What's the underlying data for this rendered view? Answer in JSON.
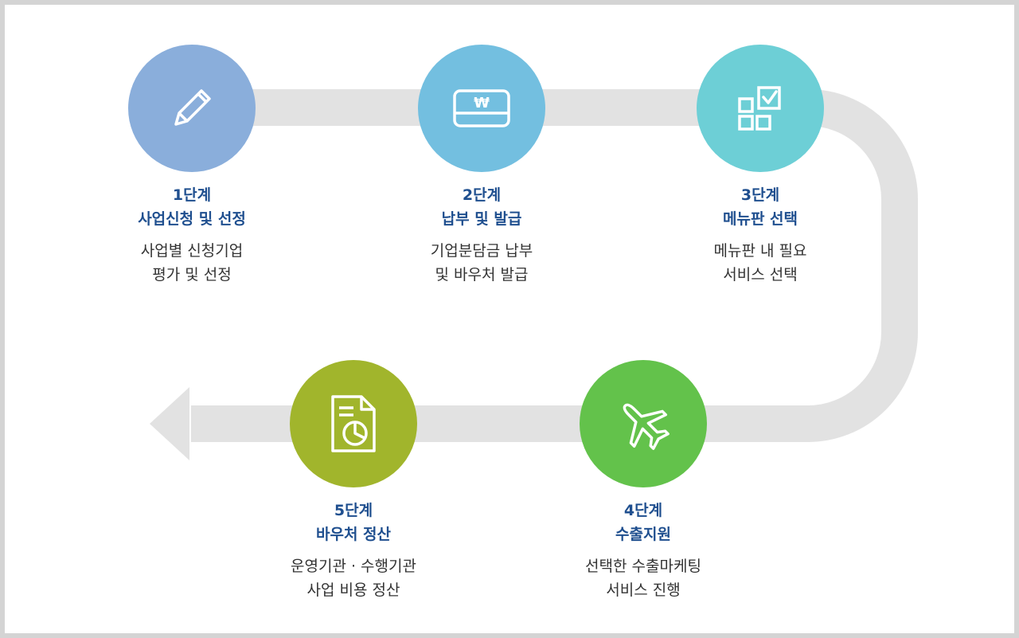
{
  "steps": [
    {
      "id": "step-1",
      "stage": "1단계",
      "title": "사업신청 및 선정",
      "desc": [
        "사업별 신청기업",
        "평가 및 선정"
      ],
      "color": "#8aaedb",
      "icon": "pencil-icon"
    },
    {
      "id": "step-2",
      "stage": "2단계",
      "title": "납부 및 발급",
      "desc": [
        "기업분담금 납부",
        "및 바우처 발급"
      ],
      "color": "#73bfe0",
      "icon": "card-won-icon",
      "icon_text": "₩"
    },
    {
      "id": "step-3",
      "stage": "3단계",
      "title": "메뉴판 선택",
      "desc": [
        "메뉴판 내 필요",
        "서비스 선택"
      ],
      "color": "#6dcfd6",
      "icon": "checklist-grid-icon"
    },
    {
      "id": "step-4",
      "stage": "4단계",
      "title": "수출지원",
      "desc": [
        "선택한 수출마케팅",
        "서비스 진행"
      ],
      "color": "#63c24b",
      "icon": "airplane-icon"
    },
    {
      "id": "step-5",
      "stage": "5단계",
      "title": "바우처 정산",
      "desc": [
        "운영기관 · 수행기관",
        "사업 비용 정산"
      ],
      "color": "#a1b52c",
      "icon": "report-chart-icon"
    }
  ],
  "connector_color": "#e2e2e2",
  "frame_color": "#d4d4d4"
}
